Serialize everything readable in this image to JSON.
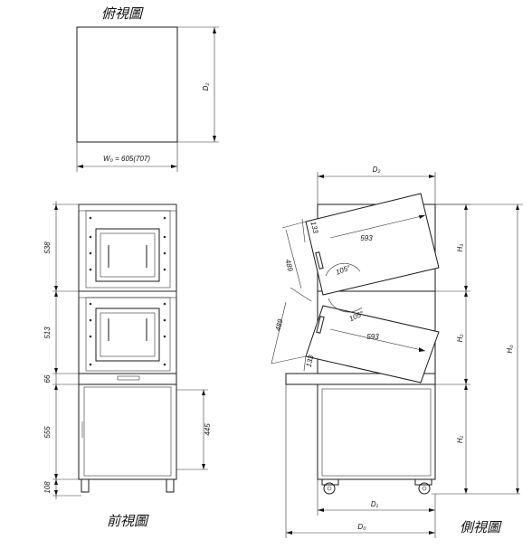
{
  "titles": {
    "top_view": "俯視圖",
    "front_view": "前視圖",
    "side_view": "側視圖"
  },
  "top_view": {
    "width_label": "W₀ = 605(707)",
    "depth_label": "D₂"
  },
  "front_view": {
    "dims_left": [
      "538",
      "513",
      "66",
      "555",
      "108"
    ],
    "dim_stand": "445"
  },
  "side_view": {
    "dims_right": [
      "H₃",
      "H₂",
      "H₁",
      "H₀"
    ],
    "dims_bottom": [
      "D₁",
      "D₀"
    ],
    "dim_top": "D₂",
    "upper_door": {
      "depth": "593",
      "angle": "105°",
      "height": "489",
      "offset": "133"
    },
    "lower_door": {
      "depth": "593",
      "angle": "105°",
      "height": "489",
      "offset": "133"
    }
  }
}
